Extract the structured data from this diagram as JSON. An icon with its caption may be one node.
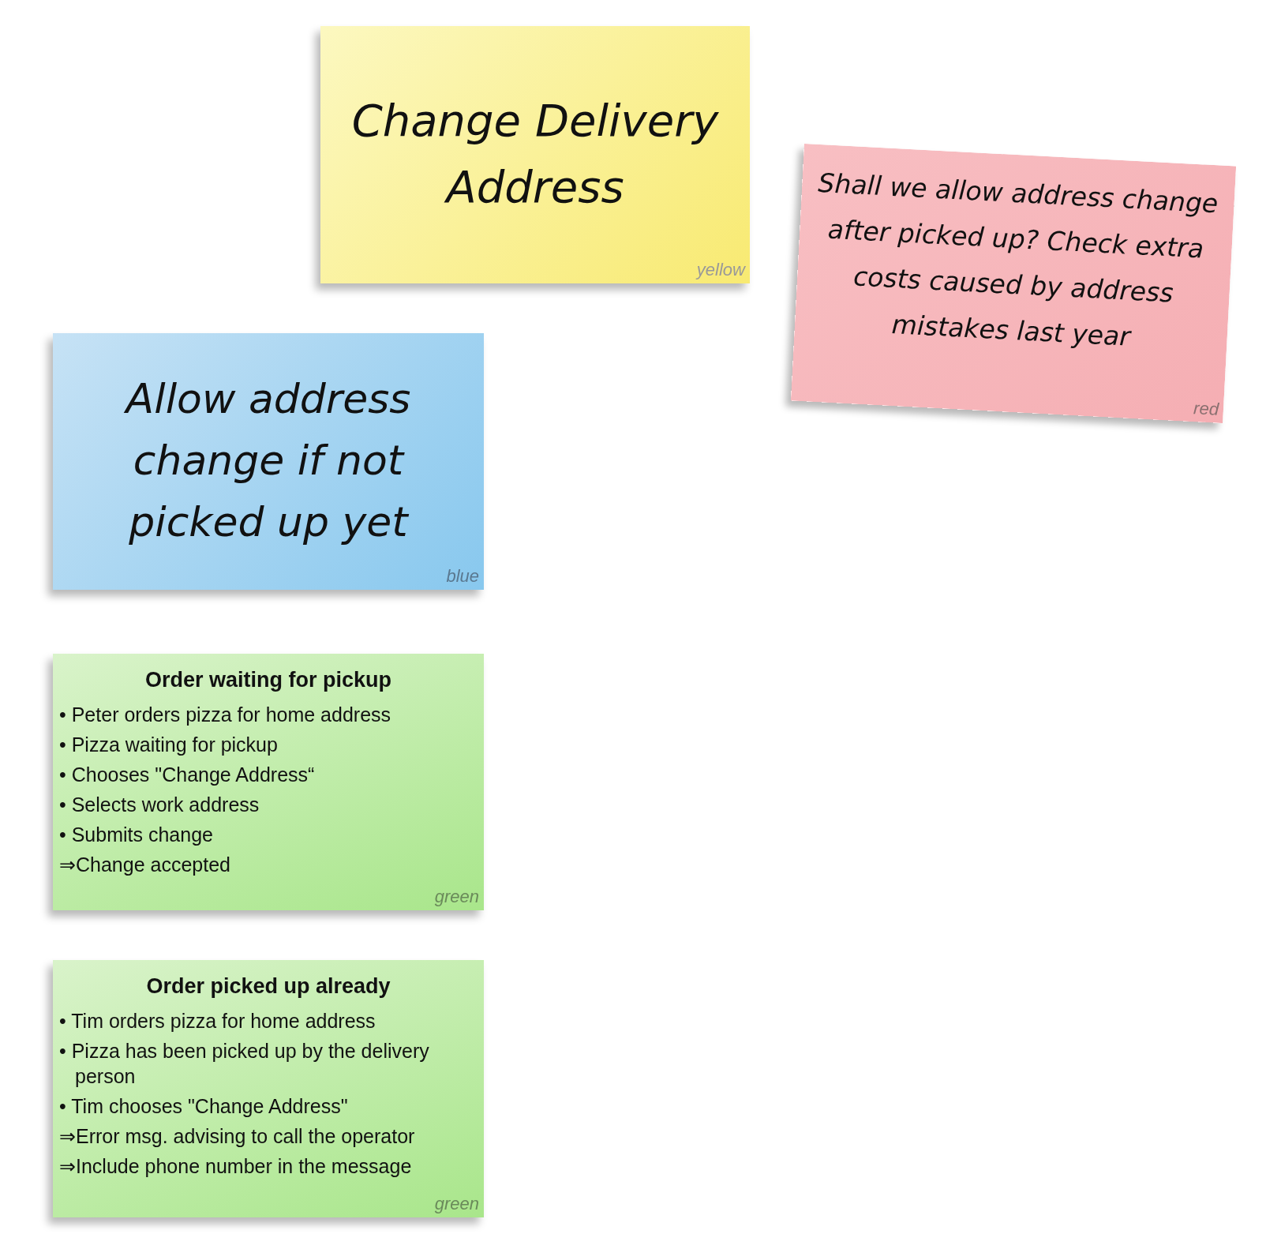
{
  "diagram": {
    "nodes": [
      {
        "text": [
          "Change Delivery Address",
          "yellow"
        ]
      },
      {
        "text": [
          "Shall we allow address change after picked up? Check extra costs caused by address mistakes last year",
          "red"
        ]
      },
      {
        "text": [
          "Allow address change if not picked up yet",
          "blue"
        ]
      },
      {
        "text": [
          "Order waiting for pickup",
          "• Peter orders pizza for home address",
          "• Pizza waiting for pickup",
          "• Chooses \"Change Address“",
          "• Selects work address",
          "• Submits change",
          "⇒Change accepted",
          "green"
        ]
      },
      {
        "text": [
          "Order picked up already",
          "• Tim orders pizza for home address",
          "• Pizza has been picked up by the delivery person",
          "• Tim chooses \"Change Address\"",
          "⇒Error msg. advising to call the operator",
          "⇒Include phone number in the message",
          "green"
        ]
      }
    ]
  }
}
